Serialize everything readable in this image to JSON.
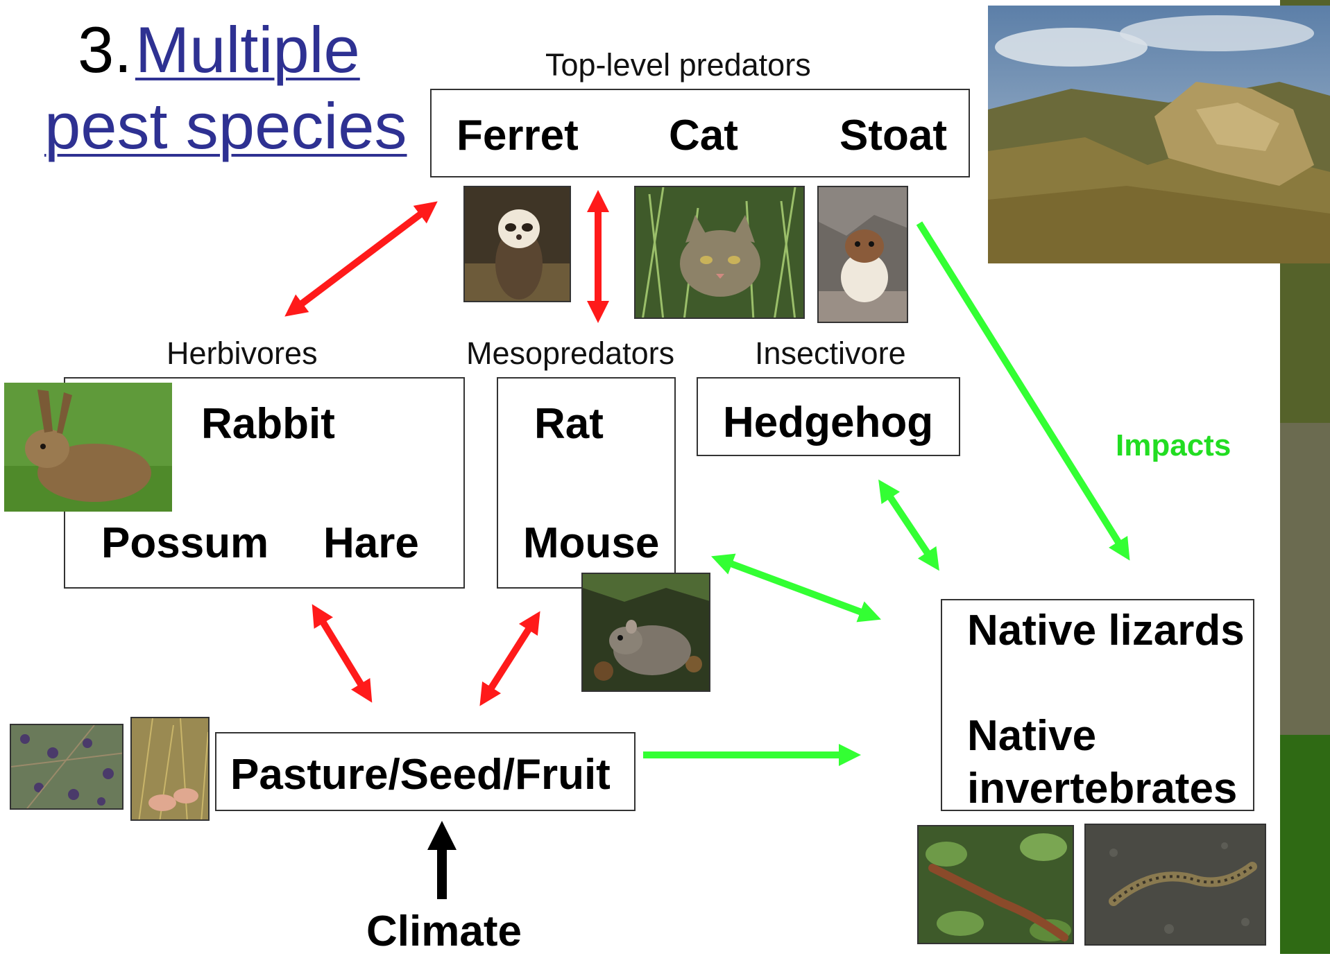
{
  "title": {
    "number": "3.",
    "line1": "Multiple",
    "line2": "pest species"
  },
  "top_predators": {
    "label": "Top-level predators",
    "ferret": "Ferret",
    "cat": "Cat",
    "stoat": "Stoat"
  },
  "herbivores": {
    "label": "Herbivores",
    "rabbit": "Rabbit",
    "possum": "Possum",
    "hare": "Hare"
  },
  "mesopredators": {
    "label": "Mesopredators",
    "rat": "Rat",
    "mouse": "Mouse"
  },
  "insectivore": {
    "label": "Insectivore",
    "hedgehog": "Hedgehog"
  },
  "natives": {
    "lizards": "Native lizards",
    "invertebrates_line1": "Native",
    "invertebrates_line2": "invertebrates"
  },
  "resources": {
    "label": "Pasture/Seed/Fruit"
  },
  "climate": {
    "label": "Climate"
  },
  "impacts_label": "Impacts",
  "colors": {
    "interaction_arrow": "#ff1a1a",
    "impact_arrow": "#33ff33",
    "driver_arrow": "#000000",
    "title_link": "#2e3192",
    "side_panel": [
      "#55622a",
      "#6b6b50",
      "#2f6a14"
    ]
  },
  "icons": {
    "photos": [
      "landscape-photo",
      "ferret-photo",
      "cat-photo",
      "stoat-photo",
      "hare-photo",
      "rat-photo",
      "seed-photo",
      "hand-grass-photo",
      "skink-photo",
      "gecko-photo"
    ]
  }
}
